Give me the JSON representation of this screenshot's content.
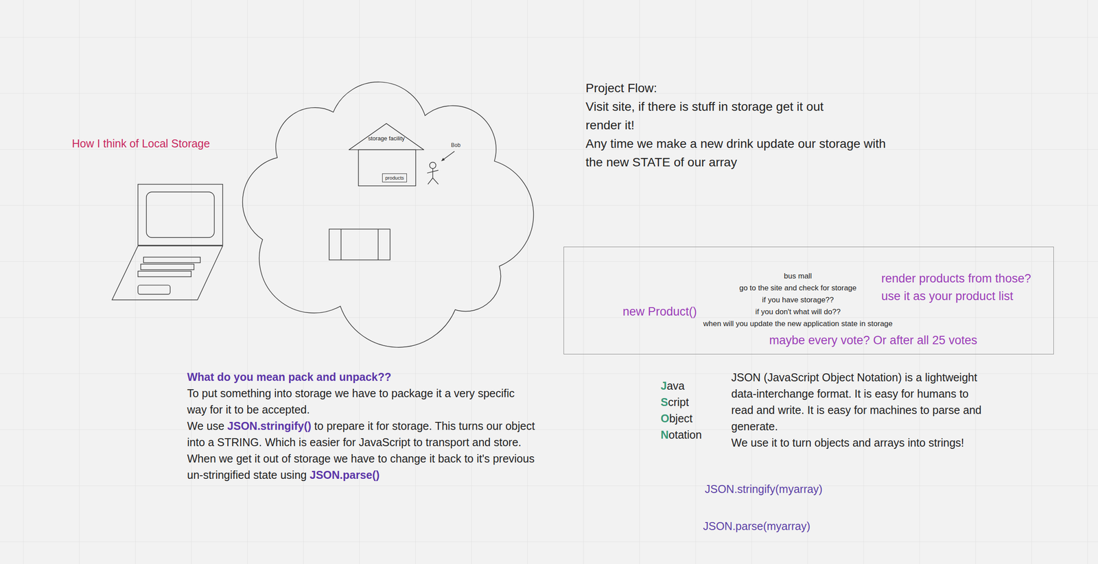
{
  "diagram": {
    "nodes": [
      {
        "text": [
          "storage facility"
        ]
      },
      {
        "text": [
          "products"
        ],
        "in": 0
      },
      {
        "text": [
          "bus mall",
          "go to the site and check for storage",
          "if you have storage??",
          "if you don't what will do??",
          "when will you update the new application state in storage",
          "new Product()",
          "render products from those? use it as your product list",
          "maybe every vote? Or after all 25 votes"
        ]
      }
    ],
    "labels": [
      "How I think of Local Storage",
      "Bob",
      "Project Flow:",
      "Visit site, if there is stuff in storage get it out",
      "render it!",
      "Any time we make a new drink update our storage with the new STATE of our array",
      "What do you mean pack and unpack??",
      "To put something into storage we have to package it a very specific way for it to be accepted.",
      "We use",
      "JSON.stringify()",
      "to prepare it for storage. This turns our object into a STRING. Which is easier for JavaScript to transport and store.",
      "When we get it out of storage we have to change it back to it's previous un-stringified state using",
      "JSON.parse()",
      "Java",
      "Script",
      "Object",
      "Notation",
      "JSON (JavaScript Object Notation) is a lightweight data-interchange format. It is easy for humans to read and write. It is easy for machines to parse and generate.",
      "We use it to turn objects and arrays into strings!",
      "JSON.stringify(myarray)",
      "JSON.parse(myarray)"
    ]
  }
}
